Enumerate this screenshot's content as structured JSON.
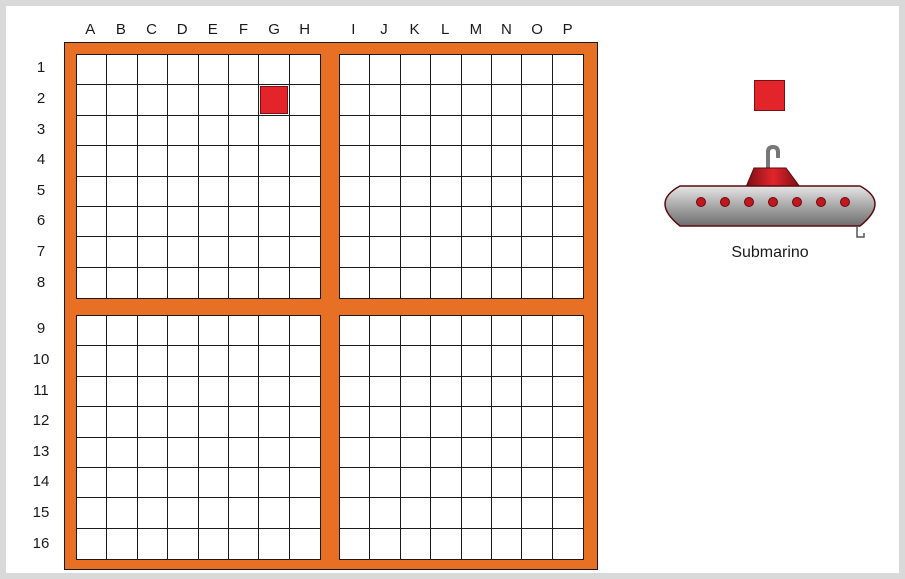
{
  "board": {
    "columns": [
      "A",
      "B",
      "C",
      "D",
      "E",
      "F",
      "G",
      "H",
      "I",
      "J",
      "K",
      "L",
      "M",
      "N",
      "O",
      "P"
    ],
    "rows": [
      "1",
      "2",
      "3",
      "4",
      "5",
      "6",
      "7",
      "8",
      "9",
      "10",
      "11",
      "12",
      "13",
      "14",
      "15",
      "16"
    ],
    "marked_cells": [
      {
        "col": "G",
        "row": "2"
      }
    ],
    "frame_color": "#e87025",
    "mark_color": "#e3242b"
  },
  "legend": {
    "ship_label": "Submarino",
    "ship_icon": "submarine-icon",
    "marker_icon": "red-square-marker"
  }
}
